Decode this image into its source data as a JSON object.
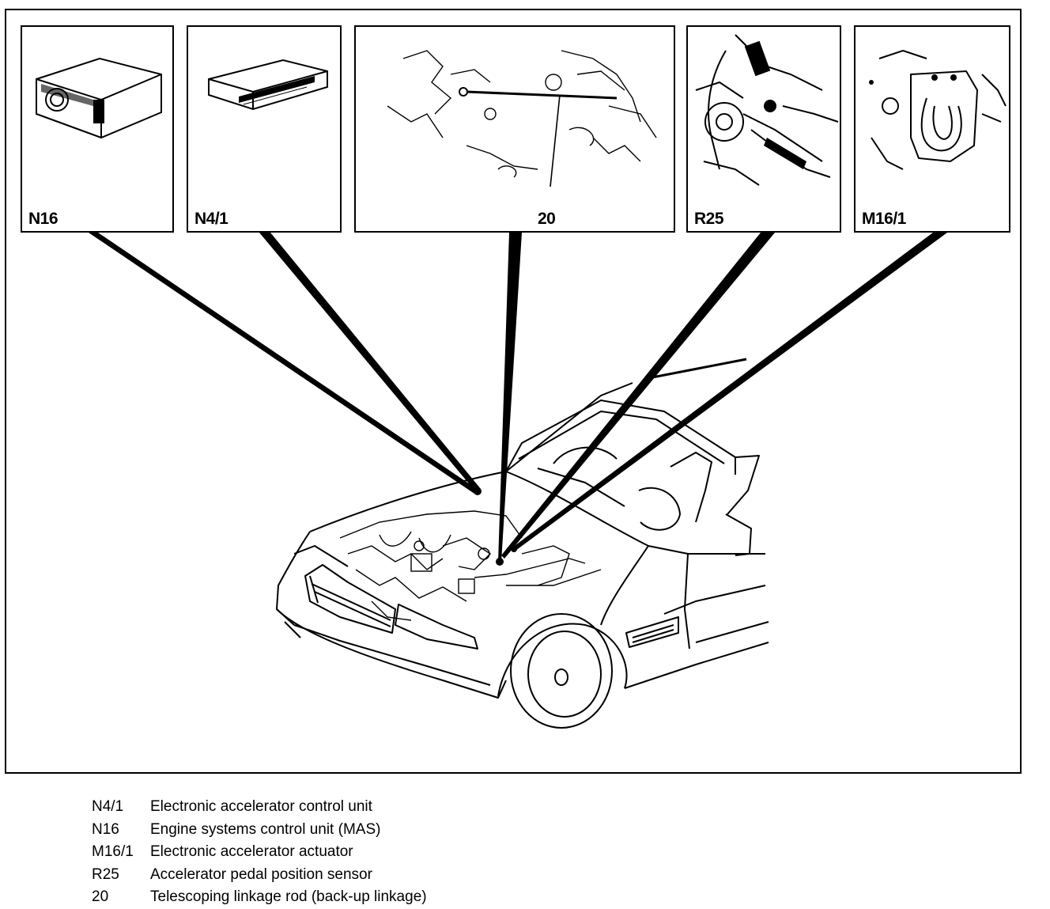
{
  "panels": {
    "n16": {
      "label": "N16"
    },
    "n41": {
      "label": "N4/1"
    },
    "rod": {
      "label": "20"
    },
    "r25": {
      "label": "R25"
    },
    "m161": {
      "label": "M16/1"
    }
  },
  "legend": [
    {
      "code": "N4/1",
      "description": "Electronic accelerator control unit"
    },
    {
      "code": "N16",
      "description": "Engine systems control unit (MAS)"
    },
    {
      "code": "M16/1",
      "description": "Electronic accelerator actuator"
    },
    {
      "code": "R25",
      "description": "Accelerator pedal position sensor"
    },
    {
      "code": "20",
      "description": "Telescoping linkage rod (back-up linkage)"
    }
  ]
}
